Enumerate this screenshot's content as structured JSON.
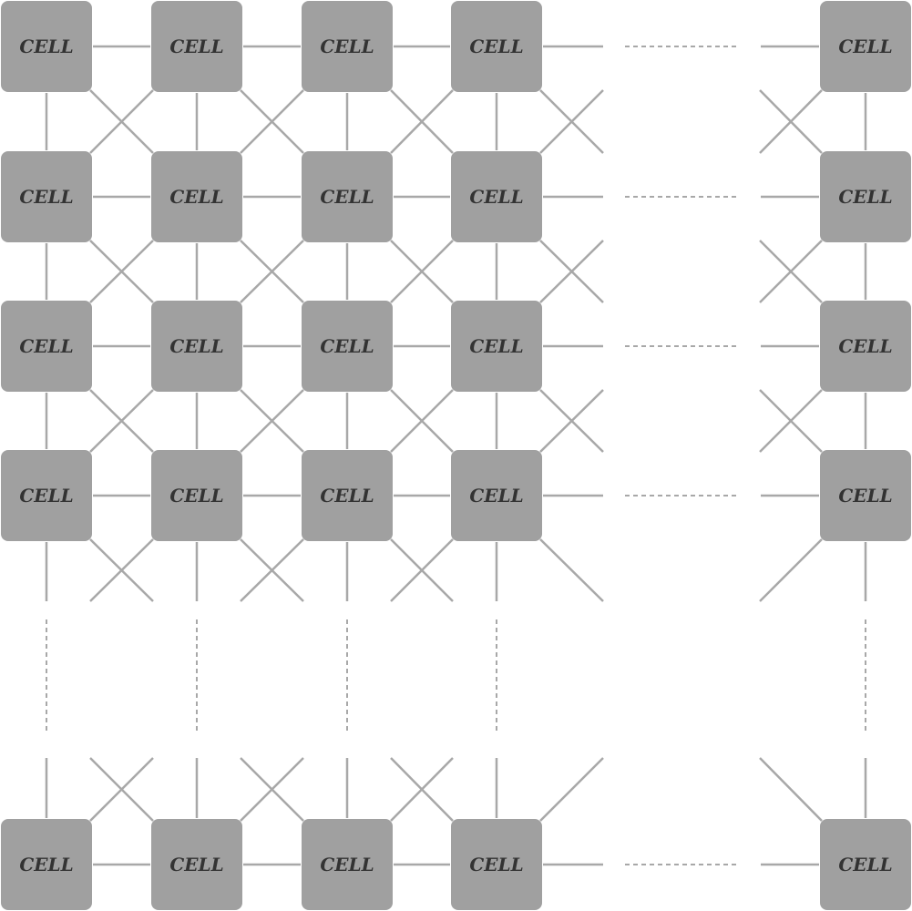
{
  "diagram": {
    "cell_label": "CELL",
    "columns": 5,
    "rows": 5,
    "colors": {
      "cell_fill": "#a0a0a0",
      "line": "#a8a8a8",
      "text": "#333333",
      "background": "#ffffff"
    }
  }
}
